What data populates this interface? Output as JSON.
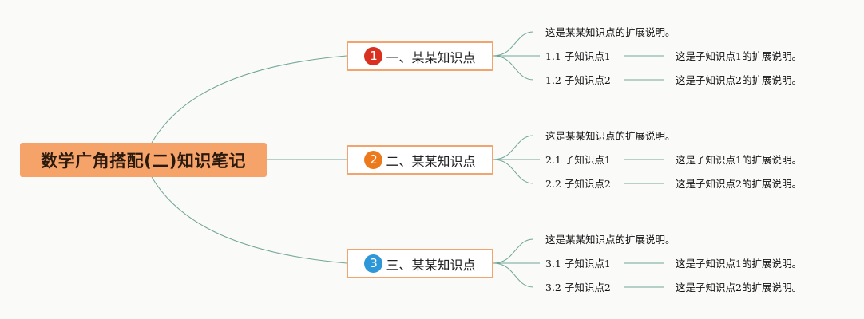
{
  "root": {
    "label": "数学广角搭配(二)知识笔记"
  },
  "colors": {
    "root_fill": "#f6a36a",
    "branch_border": "#f1a46d",
    "line": "#6fa596",
    "badge1": "#d9301f",
    "badge2": "#ec7a1d",
    "badge3": "#2d97d8"
  },
  "branches": [
    {
      "number": "1",
      "label": "一、某某知识点",
      "note": "这是某某知识点的扩展说明。",
      "subs": [
        {
          "label": "1.1 子知识点1",
          "note": "这是子知识点1的扩展说明。"
        },
        {
          "label": "1.2 子知识点2",
          "note": "这是子知识点2的扩展说明。"
        }
      ]
    },
    {
      "number": "2",
      "label": "二、某某知识点",
      "note": "这是某某知识点的扩展说明。",
      "subs": [
        {
          "label": "2.1 子知识点1",
          "note": "这是子知识点1的扩展说明。"
        },
        {
          "label": "2.2 子知识点2",
          "note": "这是子知识点2的扩展说明。"
        }
      ]
    },
    {
      "number": "3",
      "label": "三、某某知识点",
      "note": "这是某某知识点的扩展说明。",
      "subs": [
        {
          "label": "3.1 子知识点1",
          "note": "这是子知识点1的扩展说明。"
        },
        {
          "label": "3.2 子知识点2",
          "note": "这是子知识点2的扩展说明。"
        }
      ]
    }
  ]
}
